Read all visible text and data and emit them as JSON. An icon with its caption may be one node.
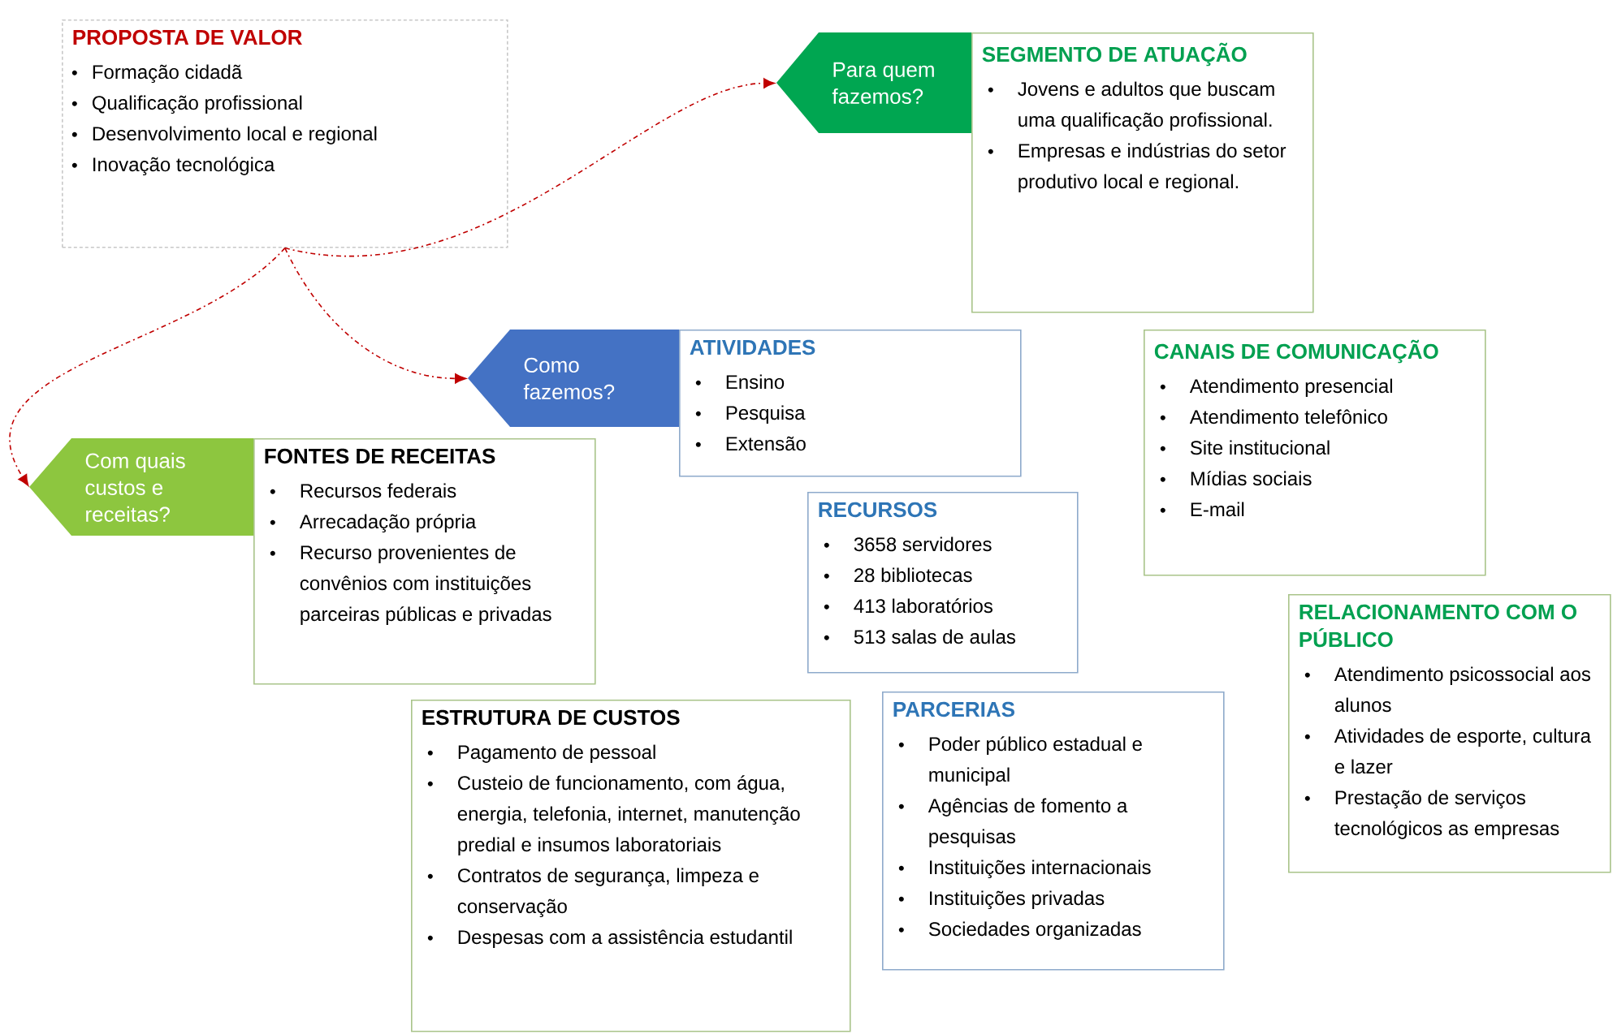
{
  "diagram": {
    "nodes": [
      {
        "text": [
          "PROPOSTA DE VALOR",
          "Formação cidadã",
          "Qualificação profissional",
          "Desenvolvimento local e regional",
          "Inovação tecnológica"
        ]
      },
      {
        "text": [
          "Para quem fazemos?"
        ]
      },
      {
        "text": [
          "SEGMENTO DE ATUAÇÃO",
          "Jovens e adultos que buscam uma qualificação profissional.",
          "Empresas e indústrias do setor produtivo local e regional."
        ]
      },
      {
        "text": [
          "Como fazemos?"
        ]
      },
      {
        "text": [
          "ATIVIDADES",
          "Ensino",
          "Pesquisa",
          "Extensão"
        ]
      },
      {
        "text": [
          "CANAIS DE COMUNICAÇÃO",
          "Atendimento presencial",
          "Atendimento telefônico",
          "Site institucional",
          "Mídias sociais",
          "E-mail"
        ]
      },
      {
        "text": [
          "Com quais custos e receitas?"
        ]
      },
      {
        "text": [
          "FONTES DE RECEITAS",
          "Recursos federais",
          "Arrecadação própria",
          "Recurso provenientes de convênios com instituições parceiras públicas e privadas"
        ]
      },
      {
        "text": [
          "RECURSOS",
          "3658 servidores",
          "28 bibliotecas",
          "413 laboratórios",
          "513 salas de aulas"
        ]
      },
      {
        "text": [
          "RELACIONAMENTO COM O PÚBLICO",
          "Atendimento psicossocial aos alunos",
          "Atividades de esporte, cultura e lazer",
          "Prestação de serviços tecnológicos as empresas"
        ]
      },
      {
        "text": [
          "PARCERIAS",
          "Poder público estadual e municipal",
          "Agências de fomento a pesquisas",
          "Instituições internacionais",
          "Instituições privadas",
          "Sociedades organizadas"
        ]
      },
      {
        "text": [
          "ESTRUTURA DE CUSTOS",
          "Pagamento de pessoal",
          "Custeio de funcionamento, com água, energia, telefonia, internet, manutenção predial e insumos laboratoriais",
          "Contratos de segurança, limpeza e conservação",
          "Despesas com a assistência estudantil"
        ]
      }
    ],
    "edges": [
      {
        "from": 0,
        "to": 1,
        "arrow": "to",
        "style": "dashed",
        "color": "#c00000"
      },
      {
        "from": 0,
        "to": 3,
        "arrow": "to",
        "style": "dashed",
        "color": "#c00000"
      },
      {
        "from": 0,
        "to": 6,
        "arrow": "to",
        "style": "dashed",
        "color": "#c00000"
      }
    ]
  }
}
